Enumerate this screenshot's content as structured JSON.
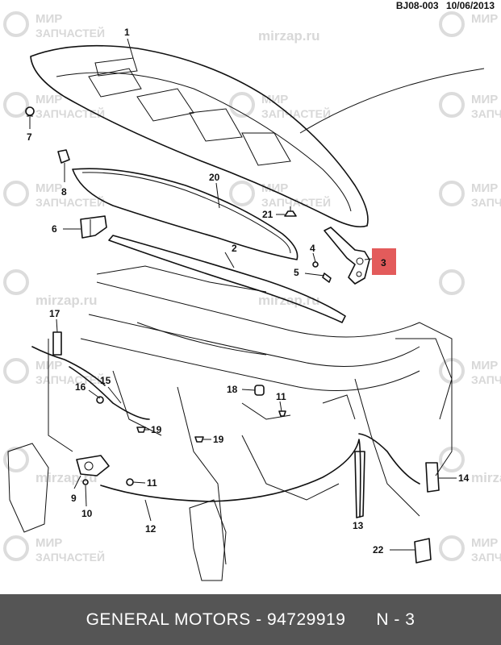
{
  "header": {
    "code": "BJ08-003",
    "date": "10/06/2013"
  },
  "watermark": {
    "line1": "МИР",
    "line2": "ЗАПЧАСТЕЙ",
    "site": "mirzap.ru"
  },
  "highlight": {
    "number": "3",
    "color": "#e35b5b"
  },
  "callouts": [
    "1",
    "2",
    "3",
    "4",
    "5",
    "6",
    "7",
    "8",
    "9",
    "10",
    "11",
    "11",
    "12",
    "13",
    "14",
    "15",
    "16",
    "17",
    "18",
    "19",
    "19",
    "20",
    "21",
    "22"
  ],
  "footer": {
    "brand_part": "GENERAL MOTORS - 94729919",
    "page": "N - 3",
    "background": "#555555"
  }
}
